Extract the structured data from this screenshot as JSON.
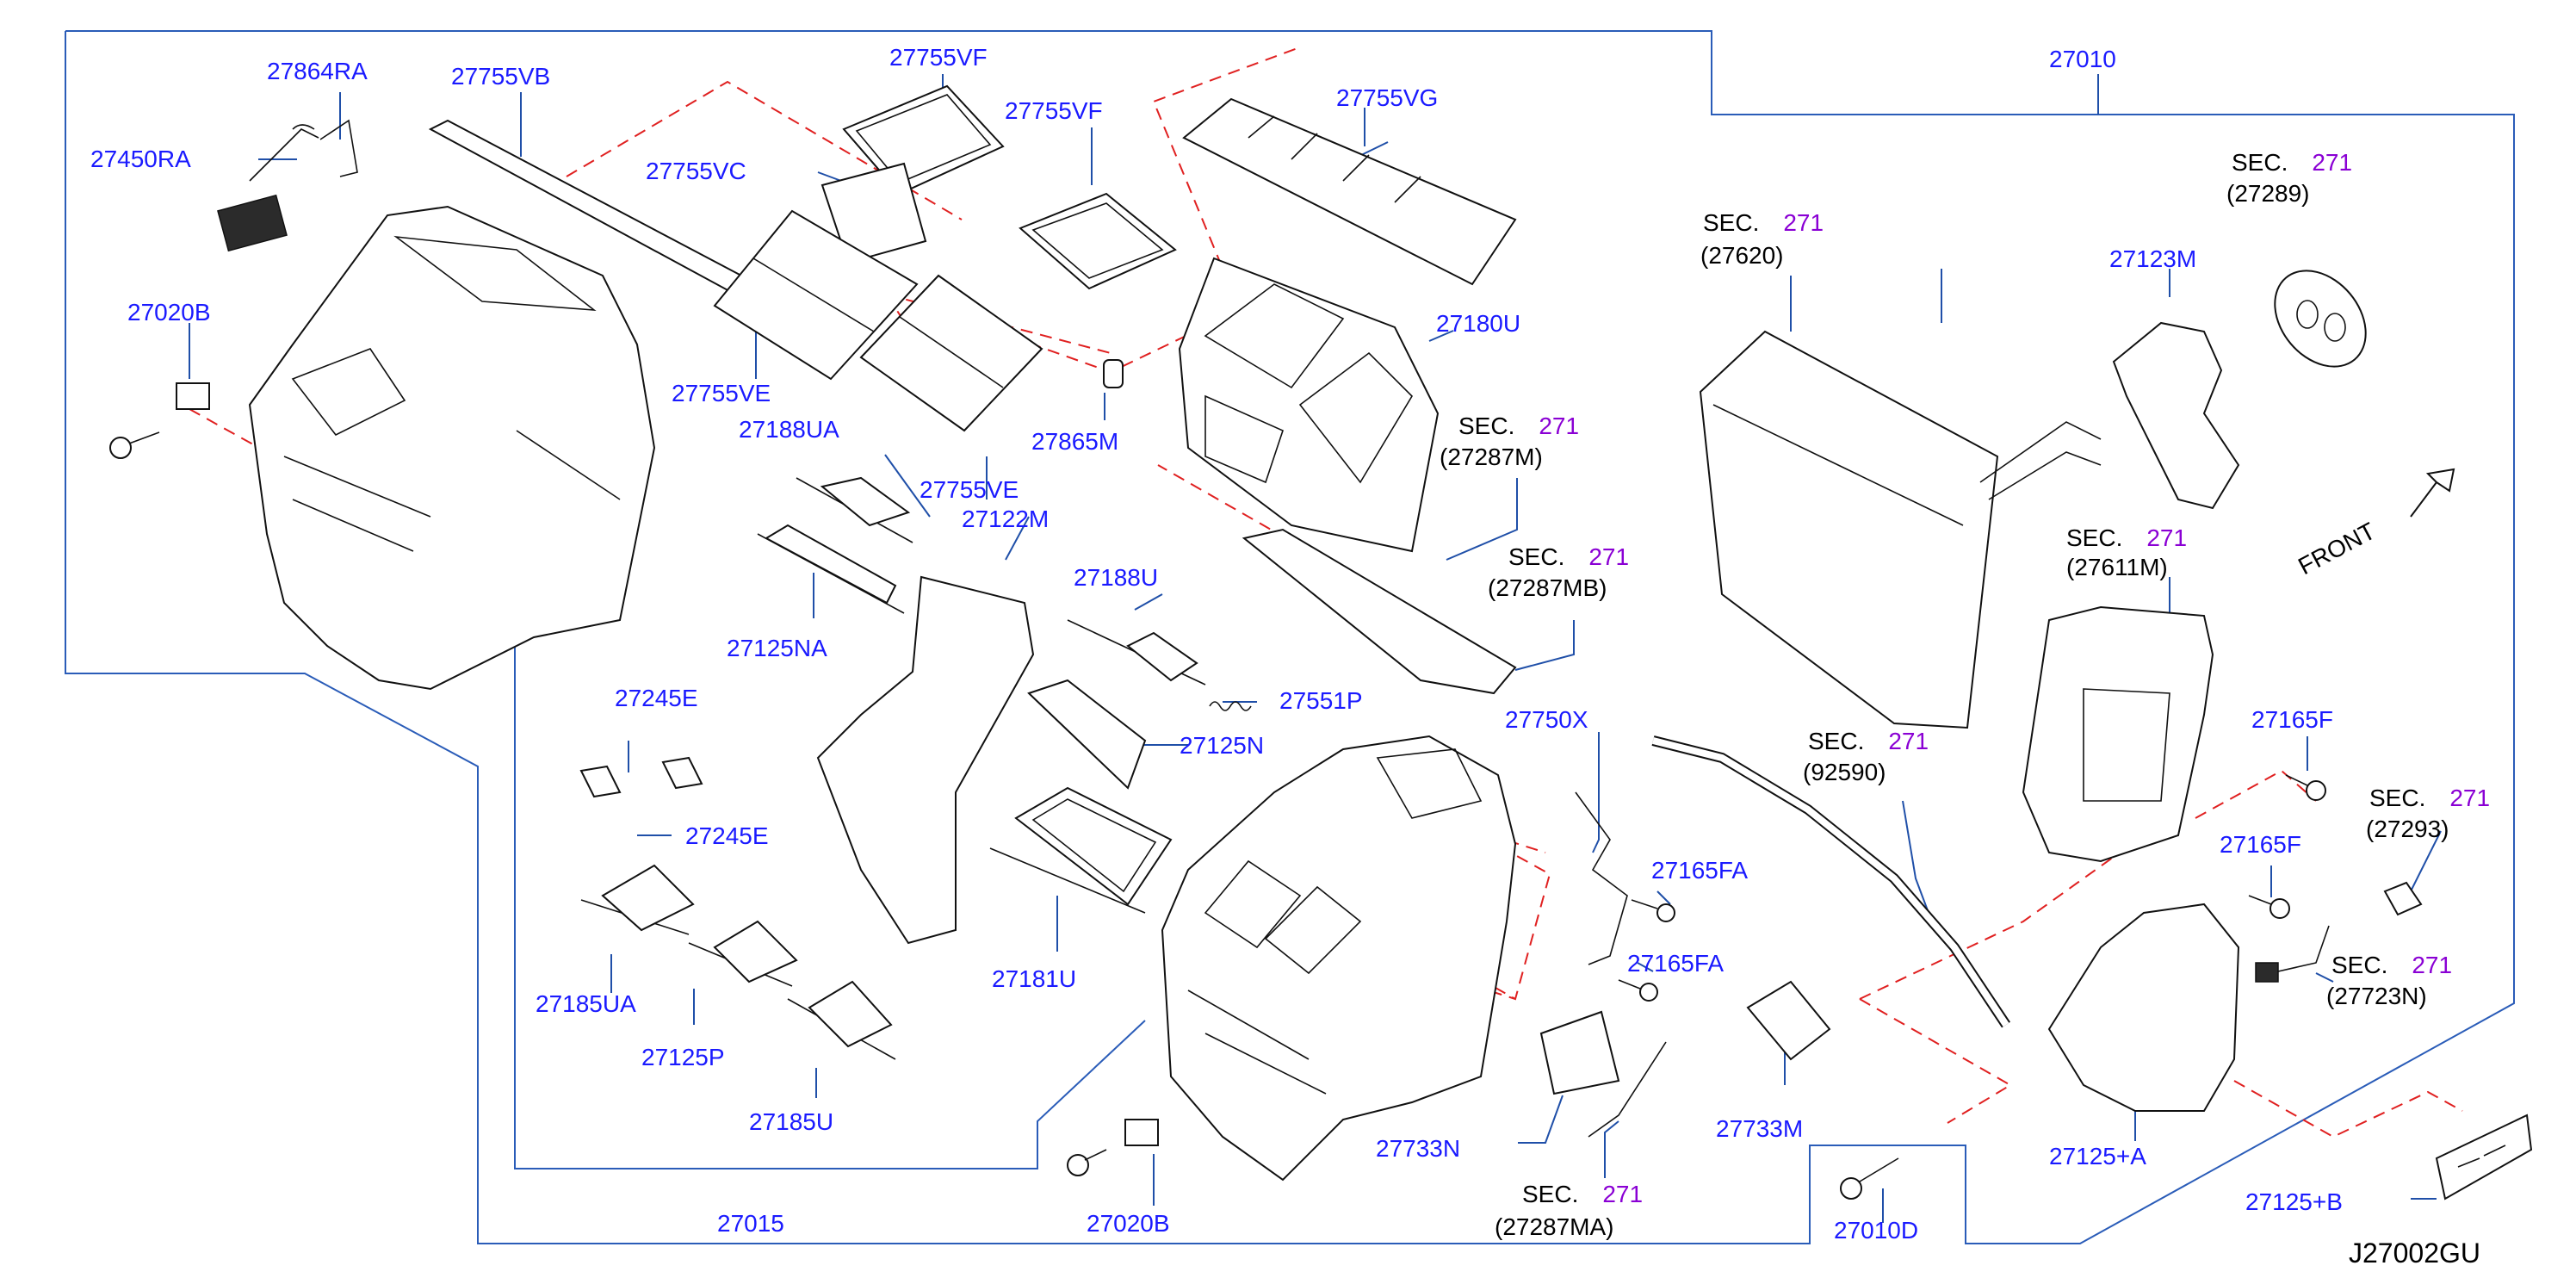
{
  "diagram_id": "J27002GU",
  "front_label": "FRONT",
  "sec_word": "SEC.",
  "sec_number": "271",
  "labels": {
    "p27864RA": "27864RA",
    "p27755VB": "27755VB",
    "p27755VF_a": "27755VF",
    "p27755VF_b": "27755VF",
    "p27755VG": "27755VG",
    "p27010": "27010",
    "p27450RA": "27450RA",
    "p27755VC": "27755VC",
    "p27020B_a": "27020B",
    "p27755VE_a": "27755VE",
    "p27755VE_b": "27755VE",
    "p27865M": "27865M",
    "p27180U": "27180U",
    "p27188UA": "27188UA",
    "p27122M": "27122M",
    "p27125NA": "27125NA",
    "p27188U": "27188U",
    "p27551P": "27551P",
    "p27125N": "27125N",
    "p27245E_a": "27245E",
    "p27245E_b": "27245E",
    "p27181U": "27181U",
    "p27185UA": "27185UA",
    "p27125P": "27125P",
    "p27185U": "27185U",
    "p27015": "27015",
    "p27020B_b": "27020B",
    "p27733N": "27733N",
    "p27750X": "27750X",
    "p27165FA_a": "27165FA",
    "p27165FA_b": "27165FA",
    "p27733M": "27733M",
    "p27010D": "27010D",
    "p27123M": "27123M",
    "p27165F_a": "27165F",
    "p27165F_b": "27165F",
    "p27125A": "27125+A",
    "p27125B": "27125+B"
  },
  "sec_refs": [
    {
      "id": "sec-27289",
      "ref": "(27289)"
    },
    {
      "id": "sec-27620",
      "ref": "(27620)"
    },
    {
      "id": "sec-27287M",
      "ref": "(27287M)"
    },
    {
      "id": "sec-27287MB",
      "ref": "(27287MB)"
    },
    {
      "id": "sec-27611M",
      "ref": "(27611M)"
    },
    {
      "id": "sec-92590",
      "ref": "(92590)"
    },
    {
      "id": "sec-27293",
      "ref": "(27293)"
    },
    {
      "id": "sec-27723N",
      "ref": "(27723N)"
    },
    {
      "id": "sec-27287MA",
      "ref": "(27287MA)"
    }
  ]
}
